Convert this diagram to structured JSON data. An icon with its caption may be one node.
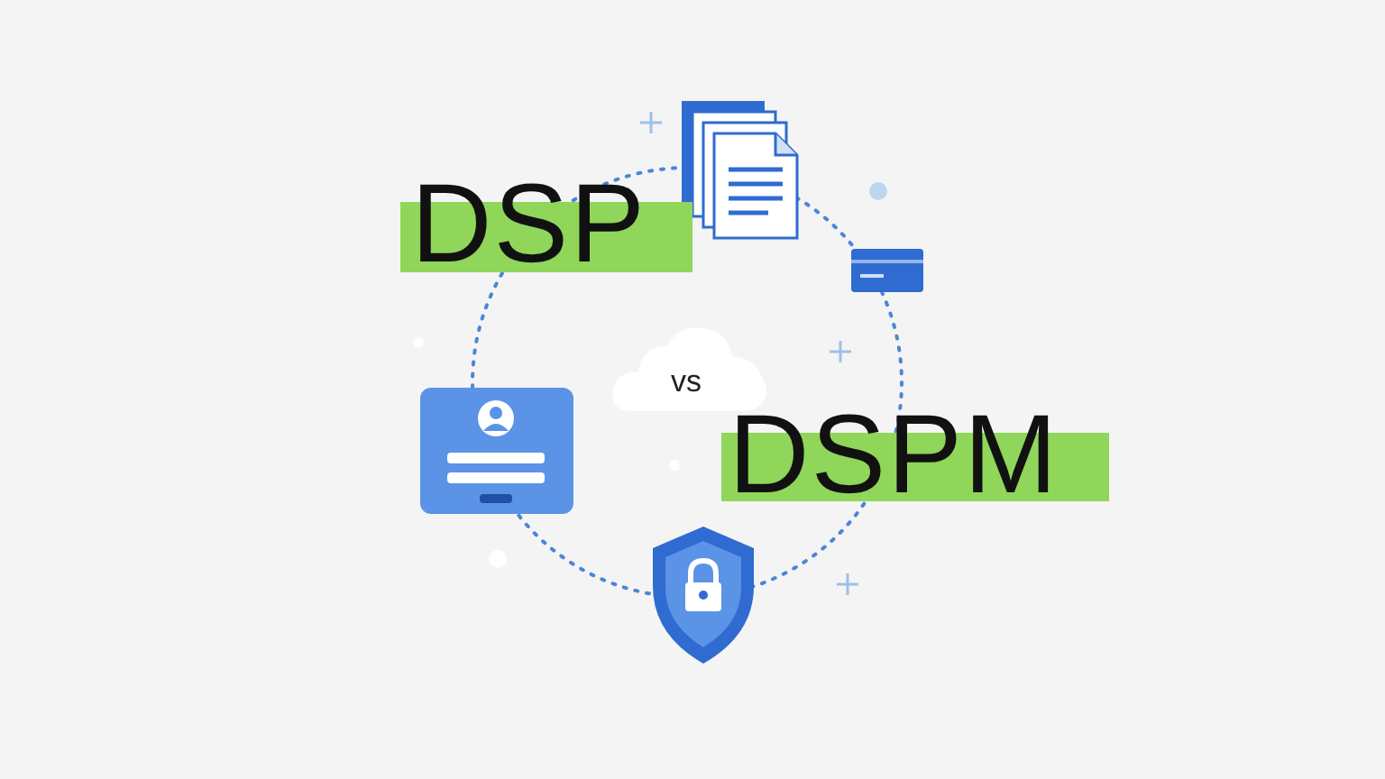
{
  "diagram": {
    "nodes": [
      {
        "text": [
          "DSP"
        ]
      },
      {
        "text": [
          "vs"
        ]
      },
      {
        "text": [
          "DSPM"
        ]
      }
    ]
  }
}
